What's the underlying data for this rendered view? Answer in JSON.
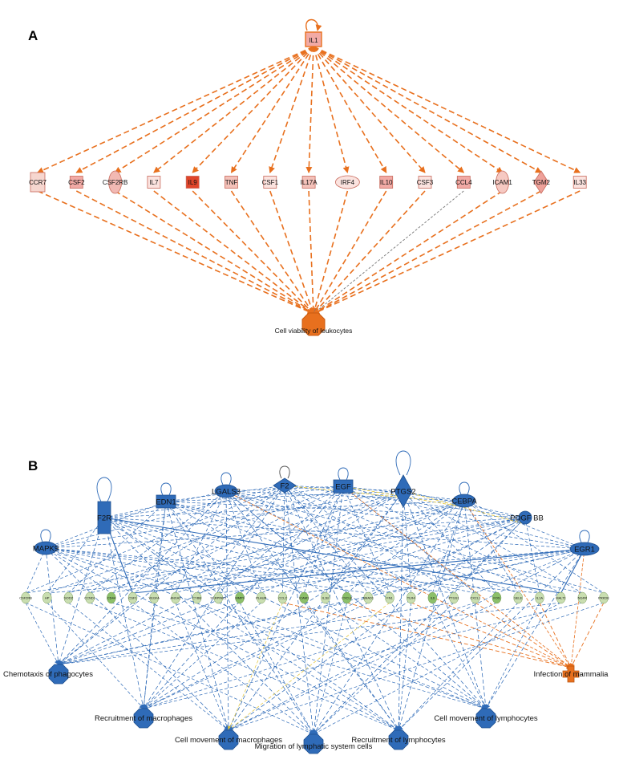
{
  "panelA": {
    "letter": "A",
    "hub": {
      "label": "IL1"
    },
    "target": {
      "label": "Cell viability of leukocytes"
    },
    "colors": {
      "edge": "#e8701e",
      "gray_edge": "#777777",
      "target_fill": "#e8701e"
    },
    "genes": [
      {
        "label": "CCR7",
        "shape": "rect",
        "color": "#f6d6cf"
      },
      {
        "label": "CSF2",
        "shape": "rect",
        "color": "#f2aaa5"
      },
      {
        "label": "CSF2RB",
        "shape": "ellipse",
        "color": "#f2b9b3"
      },
      {
        "label": "IL7",
        "shape": "rect",
        "color": "#fbe3df"
      },
      {
        "label": "IL9",
        "shape": "rect",
        "color": "#e0452a"
      },
      {
        "label": "TNF",
        "shape": "rect",
        "color": "#f4c1b9"
      },
      {
        "label": "CSF1",
        "shape": "rect",
        "color": "#fbe3df"
      },
      {
        "label": "IL17A",
        "shape": "rect",
        "color": "#f4c1b9"
      },
      {
        "label": "IRF4",
        "shape": "ellipse",
        "color": "#fbe3df"
      },
      {
        "label": "IL10",
        "shape": "rect",
        "color": "#f2aaa5"
      },
      {
        "label": "CSF3",
        "shape": "rect",
        "color": "#fbe3df"
      },
      {
        "label": "CCL4",
        "shape": "rect",
        "color": "#f2aaa5"
      },
      {
        "label": "ICAM1",
        "shape": "ellipse",
        "color": "#f6c9c2"
      },
      {
        "label": "TGM2",
        "shape": "diamond",
        "color": "#eea19a"
      },
      {
        "label": "IL33",
        "shape": "rect",
        "color": "#fbe3df"
      }
    ]
  },
  "panelB": {
    "letter": "B",
    "colors": {
      "blue": "#2f6bb8",
      "orange": "#e8701e",
      "yellow": "#e5c534",
      "green": "#8cc06a",
      "light_green": "#c9deb0"
    },
    "regulators": [
      {
        "label": "MAPK9",
        "shape": "ellipse",
        "self_loop": true
      },
      {
        "label": "F2R",
        "shape": "rect-tall",
        "self_loop": true
      },
      {
        "label": "EDN1",
        "shape": "rect",
        "self_loop": true
      },
      {
        "label": "LGALS3",
        "shape": "ellipse",
        "self_loop": true
      },
      {
        "label": "F2",
        "shape": "diamond",
        "self_loop": true
      },
      {
        "label": "EGF",
        "shape": "rect",
        "self_loop": true
      },
      {
        "label": "PTGS2",
        "shape": "diamond",
        "self_loop": true
      },
      {
        "label": "CEBPA",
        "shape": "ellipse",
        "self_loop": true
      },
      {
        "label": "PDGF BB",
        "shape": "circle",
        "self_loop": false
      },
      {
        "label": "EGR1",
        "shape": "ellipse",
        "self_loop": true
      }
    ],
    "genes": [
      {
        "label": "CSF2RB",
        "shape": "ellipse",
        "color": "#c9deb0"
      },
      {
        "label": "HP",
        "shape": "ellipse",
        "color": "#c9deb0"
      },
      {
        "label": "SOD2",
        "shape": "ellipse",
        "color": "#c9deb0"
      },
      {
        "label": "CCND1",
        "shape": "ellipse",
        "color": "#c9deb0"
      },
      {
        "label": "CD44",
        "shape": "ellipse",
        "color": "#8cc06a"
      },
      {
        "label": "CSF1",
        "shape": "ellipse",
        "color": "#c9deb0"
      },
      {
        "label": "VEGFA",
        "shape": "ellipse",
        "color": "#c9deb0"
      },
      {
        "label": "ANXA1",
        "shape": "ellipse",
        "color": "#c9deb0"
      },
      {
        "label": "CYBB",
        "shape": "ellipse",
        "color": "#c9deb0"
      },
      {
        "label": "SERPINE1",
        "shape": "ellipse",
        "color": "#c9deb0"
      },
      {
        "label": "MMP9",
        "shape": "ellipse",
        "color": "#8cc06a"
      },
      {
        "label": "PLAUR",
        "shape": "ellipse",
        "color": "#c9deb0"
      },
      {
        "label": "CCL2",
        "shape": "ellipse",
        "color": "#c9deb0"
      },
      {
        "label": "ICAM1",
        "shape": "ellipse",
        "color": "#8cc06a"
      },
      {
        "label": "IL1B",
        "shape": "ellipse",
        "color": "#c9deb0"
      },
      {
        "label": "CXCL8",
        "shape": "ellipse",
        "color": "#8cc06a"
      },
      {
        "label": "SMAD1",
        "shape": "ellipse",
        "color": "#c9deb0"
      },
      {
        "label": "FN1",
        "shape": "ellipse",
        "color": "#c9deb0"
      },
      {
        "label": "TLR4",
        "shape": "ellipse",
        "color": "#c9deb0"
      },
      {
        "label": "IL6",
        "shape": "ellipse",
        "color": "#8cc06a"
      },
      {
        "label": "PTGS1",
        "shape": "ellipse",
        "color": "#c9deb0"
      },
      {
        "label": "CXCL1",
        "shape": "ellipse",
        "color": "#c9deb0"
      },
      {
        "label": "FOS",
        "shape": "ellipse",
        "color": "#8cc06a"
      },
      {
        "label": "SELE",
        "shape": "ellipse",
        "color": "#c9deb0"
      },
      {
        "label": "IL1A",
        "shape": "ellipse",
        "color": "#c9deb0"
      },
      {
        "label": "MALT1",
        "shape": "ellipse",
        "color": "#c9deb0"
      },
      {
        "label": "NGFR",
        "shape": "ellipse",
        "color": "#c9deb0"
      },
      {
        "label": "PRKDE",
        "shape": "ellipse",
        "color": "#c9deb0"
      }
    ],
    "functions": [
      {
        "label": "Chemotaxis of phagocytes",
        "color": "#2f6bb8",
        "shape": "octagon"
      },
      {
        "label": "Infection of mammalia",
        "color": "#e8701e",
        "shape": "cross"
      },
      {
        "label": "Recruitment of macrophages",
        "color": "#2f6bb8",
        "shape": "octagon"
      },
      {
        "label": "Cell movement of lymphocytes",
        "color": "#2f6bb8",
        "shape": "octagon"
      },
      {
        "label": "Cell movement of macrophages",
        "color": "#2f6bb8",
        "shape": "octagon"
      },
      {
        "label": "Migration of lymphatic system cells",
        "color": "#2f6bb8",
        "shape": "octagon"
      },
      {
        "label": "Recruitment of lymphocytes",
        "color": "#2f6bb8",
        "shape": "octagon"
      }
    ]
  }
}
